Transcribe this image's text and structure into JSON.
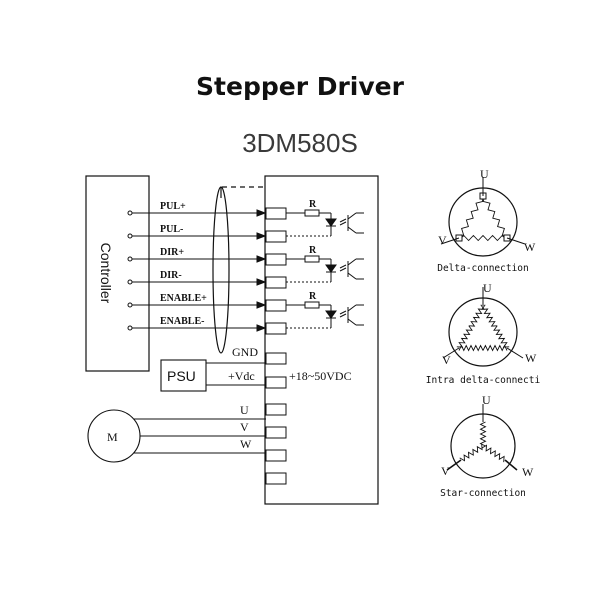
{
  "title": "Stepper Driver",
  "model": "3DM580S",
  "controller_label": "Controller",
  "signals": [
    "PUL+",
    "PUL-",
    "DIR+",
    "DIR-",
    "ENABLE+",
    "ENABLE-"
  ],
  "resistor_label": "R",
  "psu": {
    "label": "PSU",
    "gnd": "GND",
    "vdc": "+Vdc",
    "range": "+18~50VDC"
  },
  "motor": {
    "label": "M",
    "phases": [
      "U",
      "V",
      "W"
    ]
  },
  "connections": [
    {
      "caption": "Delta-connection",
      "top": "U",
      "left": "V",
      "right": "W"
    },
    {
      "caption": "Intra delta-connecti",
      "top": "U",
      "left": "V",
      "right": "W"
    },
    {
      "caption": "Star-connection",
      "top": "U",
      "left": "V",
      "right": "W"
    }
  ]
}
